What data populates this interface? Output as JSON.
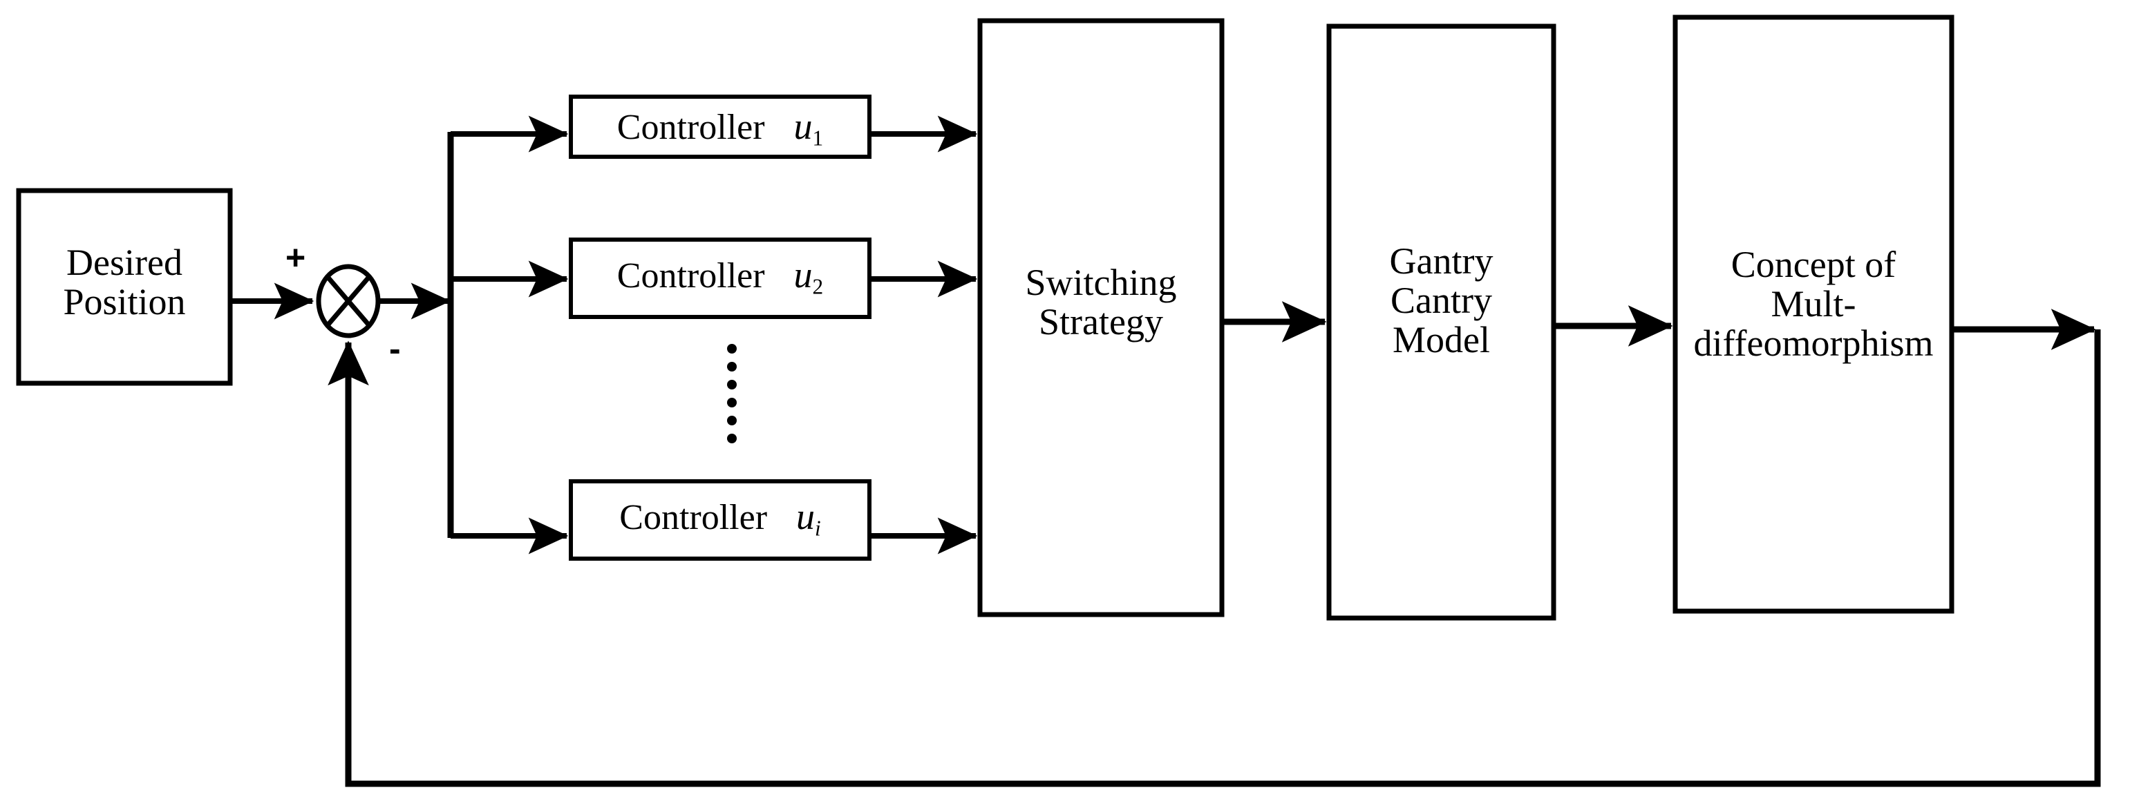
{
  "diagram": {
    "title": "Switched control block diagram with multi-diffeomorphism concept",
    "stroke_color": "#000000",
    "background_color": "#ffffff",
    "blocks": [
      {
        "id": "desired-position",
        "lines": [
          "Desired",
          "Position"
        ]
      },
      {
        "id": "controller-1",
        "label": "Controller",
        "u_base": "u",
        "u_sub": "1"
      },
      {
        "id": "controller-2",
        "label": "Controller",
        "u_base": "u",
        "u_sub": "2"
      },
      {
        "id": "controller-i",
        "label": "Controller",
        "u_base": "u",
        "u_sub": "i"
      },
      {
        "id": "switching-strategy",
        "lines": [
          "Switching",
          "Strategy"
        ]
      },
      {
        "id": "gantry-cantry-model",
        "lines": [
          "Gantry",
          "Cantry",
          "Model"
        ]
      },
      {
        "id": "concept-mult-diffeomorphism",
        "lines": [
          "Concept of",
          "Mult-",
          "diffeomorphism"
        ]
      }
    ],
    "summing_junction": {
      "plus_sign": "+",
      "minus_sign": "-",
      "shape": "circle-with-x"
    },
    "ellipsis": {
      "orientation": "vertical",
      "dot_count": 6
    }
  }
}
